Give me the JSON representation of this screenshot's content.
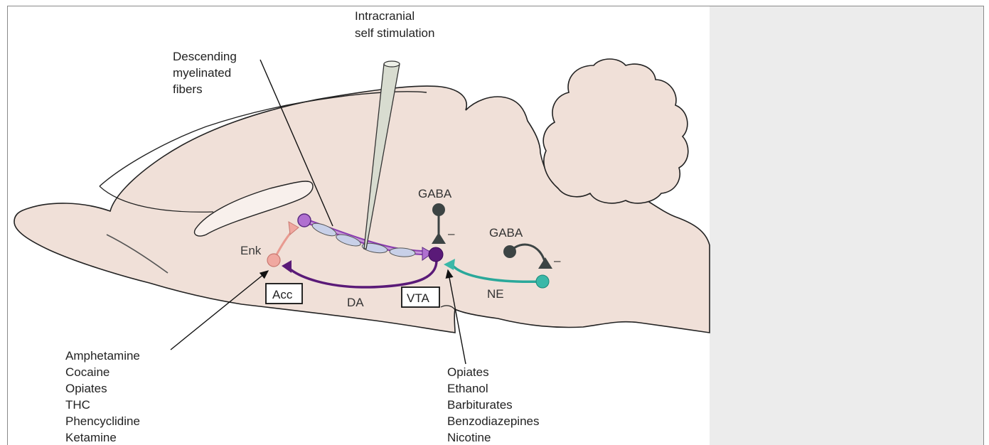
{
  "figure": {
    "labels": {
      "ics_line1": "Intracranial",
      "ics_line2": "self stimulation",
      "desc_line1": "Descending",
      "desc_line2": "myelinated",
      "desc_line3": "fibers",
      "gaba_top": "GABA",
      "gaba_right": "GABA",
      "enk": "Enk",
      "acc": "Acc",
      "vta": "VTA",
      "da": "DA",
      "ne": "NE",
      "minus": "–"
    },
    "drugs_acc": [
      "Amphetamine",
      "Cocaine",
      "Opiates",
      "THC",
      "Phencyclidine",
      "Ketamine"
    ],
    "drugs_vta": [
      "Opiates",
      "Ethanol",
      "Barbiturates",
      "Benzodiazepines",
      "Nicotine"
    ],
    "colors": {
      "brain": "#f0e0d8",
      "brain_outline": "#222222",
      "ventricle": "#f8f0ec",
      "fiber": "#c89ad8",
      "fiber_dark": "#8a3cb0",
      "da_pathway": "#5a1a78",
      "enk_neuron": "#e89a90",
      "ne_pathway": "#2aa89a",
      "gaba_neuron": "#3c4444",
      "electrode": "#d8dcd0",
      "myelin": "#c8d0e8",
      "side_panel": "#ececec"
    }
  }
}
